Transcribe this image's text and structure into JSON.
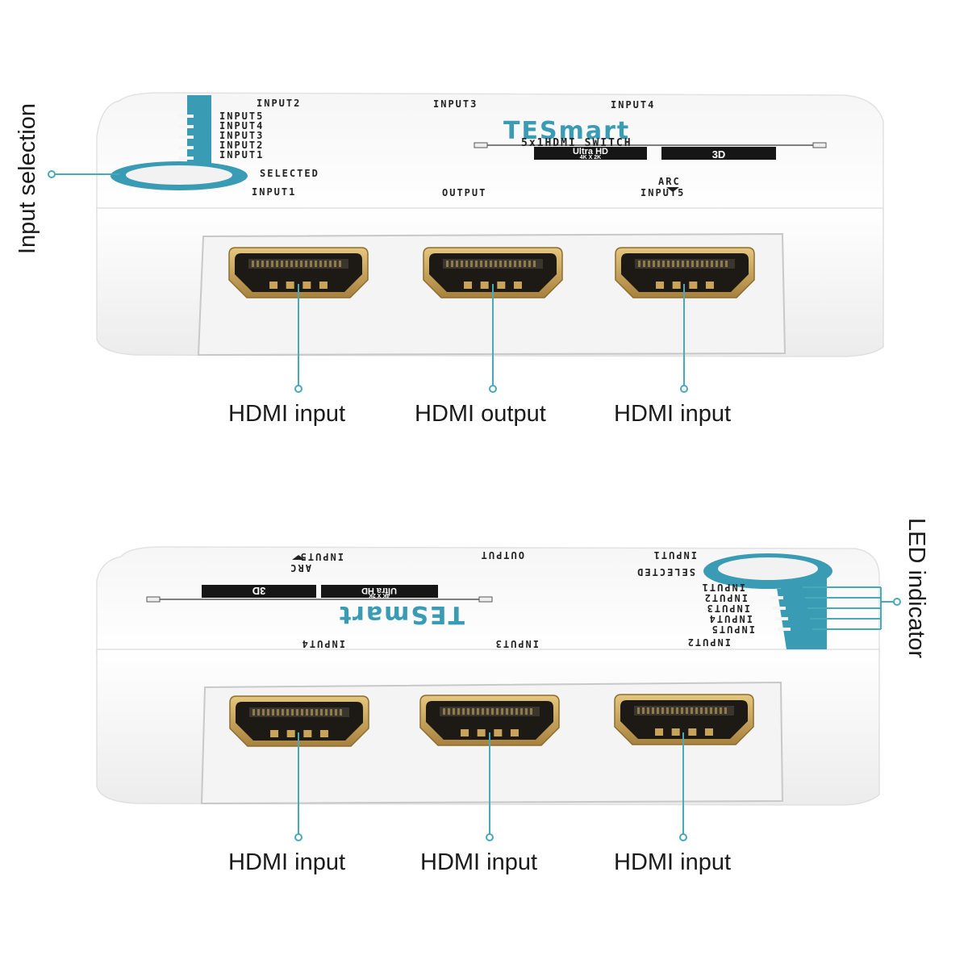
{
  "colors": {
    "accent": "#3a9bb5",
    "leader": "#48a9b8",
    "port_gold": "#c9a35a",
    "port_dark": "#1d1a15",
    "body_white": "#fbfbfb"
  },
  "top_device": {
    "brand": "TESmart",
    "model": "5x1HDMI SWITCH",
    "badge_uhd": "Ultra HD",
    "badge_res": "4K X 2K",
    "badge_3d": "3D",
    "top_inputs": [
      "INPUT2",
      "INPUT3",
      "INPUT4"
    ],
    "led_list": [
      "INPUT5",
      "INPUT4",
      "INPUT3",
      "INPUT2",
      "INPUT1"
    ],
    "selected": "SELECTED",
    "bottom_labels": [
      "INPUT1",
      "OUTPUT",
      "ARC",
      "INPUT5"
    ],
    "callouts": [
      "HDMI input",
      "HDMI output",
      "HDMI input"
    ]
  },
  "bottom_device": {
    "brand": "TESmart",
    "badge_uhd": "Ultra HD",
    "badge_res": "4K X 2K",
    "badge_3d": "3D",
    "far_labels": [
      "INPUT5",
      "ARC",
      "OUTPUT",
      "INPUT1"
    ],
    "selected": "SELECTED",
    "led_list": [
      "INPUT1",
      "INPUT2",
      "INPUT3",
      "INPUT4",
      "INPUT5"
    ],
    "near_labels": [
      "INPUT4",
      "INPUT3",
      "INPUT2"
    ],
    "callouts": [
      "HDMI input",
      "HDMI input",
      "HDMI input"
    ]
  },
  "side_labels": {
    "input_selection": "Input selection",
    "led_indicator": "LED indicator"
  }
}
